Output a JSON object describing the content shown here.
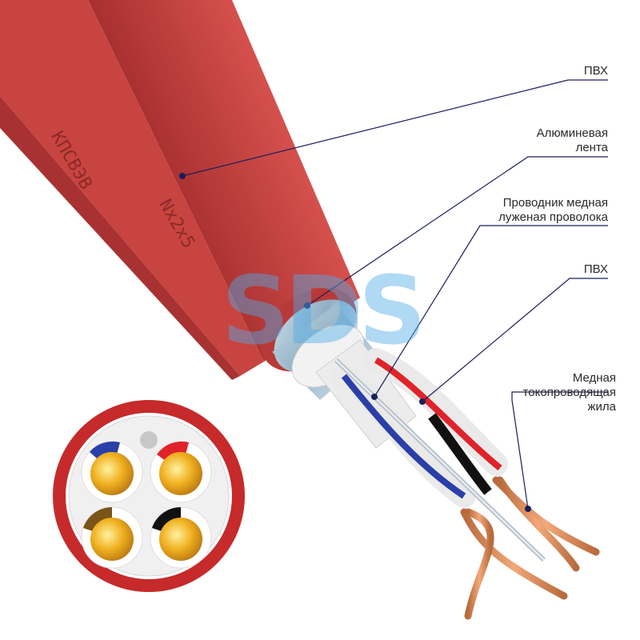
{
  "cable_print": {
    "line1": "КПСВЭВ",
    "line2": "Nx2x5"
  },
  "watermark": "SDS",
  "callouts": {
    "pvc_outer": "ПВХ",
    "aluminium_tape": [
      "Алюминевая",
      "лента"
    ],
    "drain_wire": [
      "Проводник медная",
      "луженая проволока"
    ],
    "pvc_insulation": "ПВХ",
    "copper_core": [
      "Медная",
      "токопроводящая",
      "жила"
    ]
  },
  "colors": {
    "jacket": "#c8403f",
    "jacket_dark": "#9c2a2a",
    "foil": "#9ab6c8",
    "insulation": "#eeeeee",
    "copper": "#d98a5c",
    "core_blue": "#2a3fa8",
    "core_red": "#e0232a",
    "core_brown": "#7a5418",
    "core_black": "#111111",
    "gold": "#f0b020",
    "leader": "#1a1f5a"
  }
}
